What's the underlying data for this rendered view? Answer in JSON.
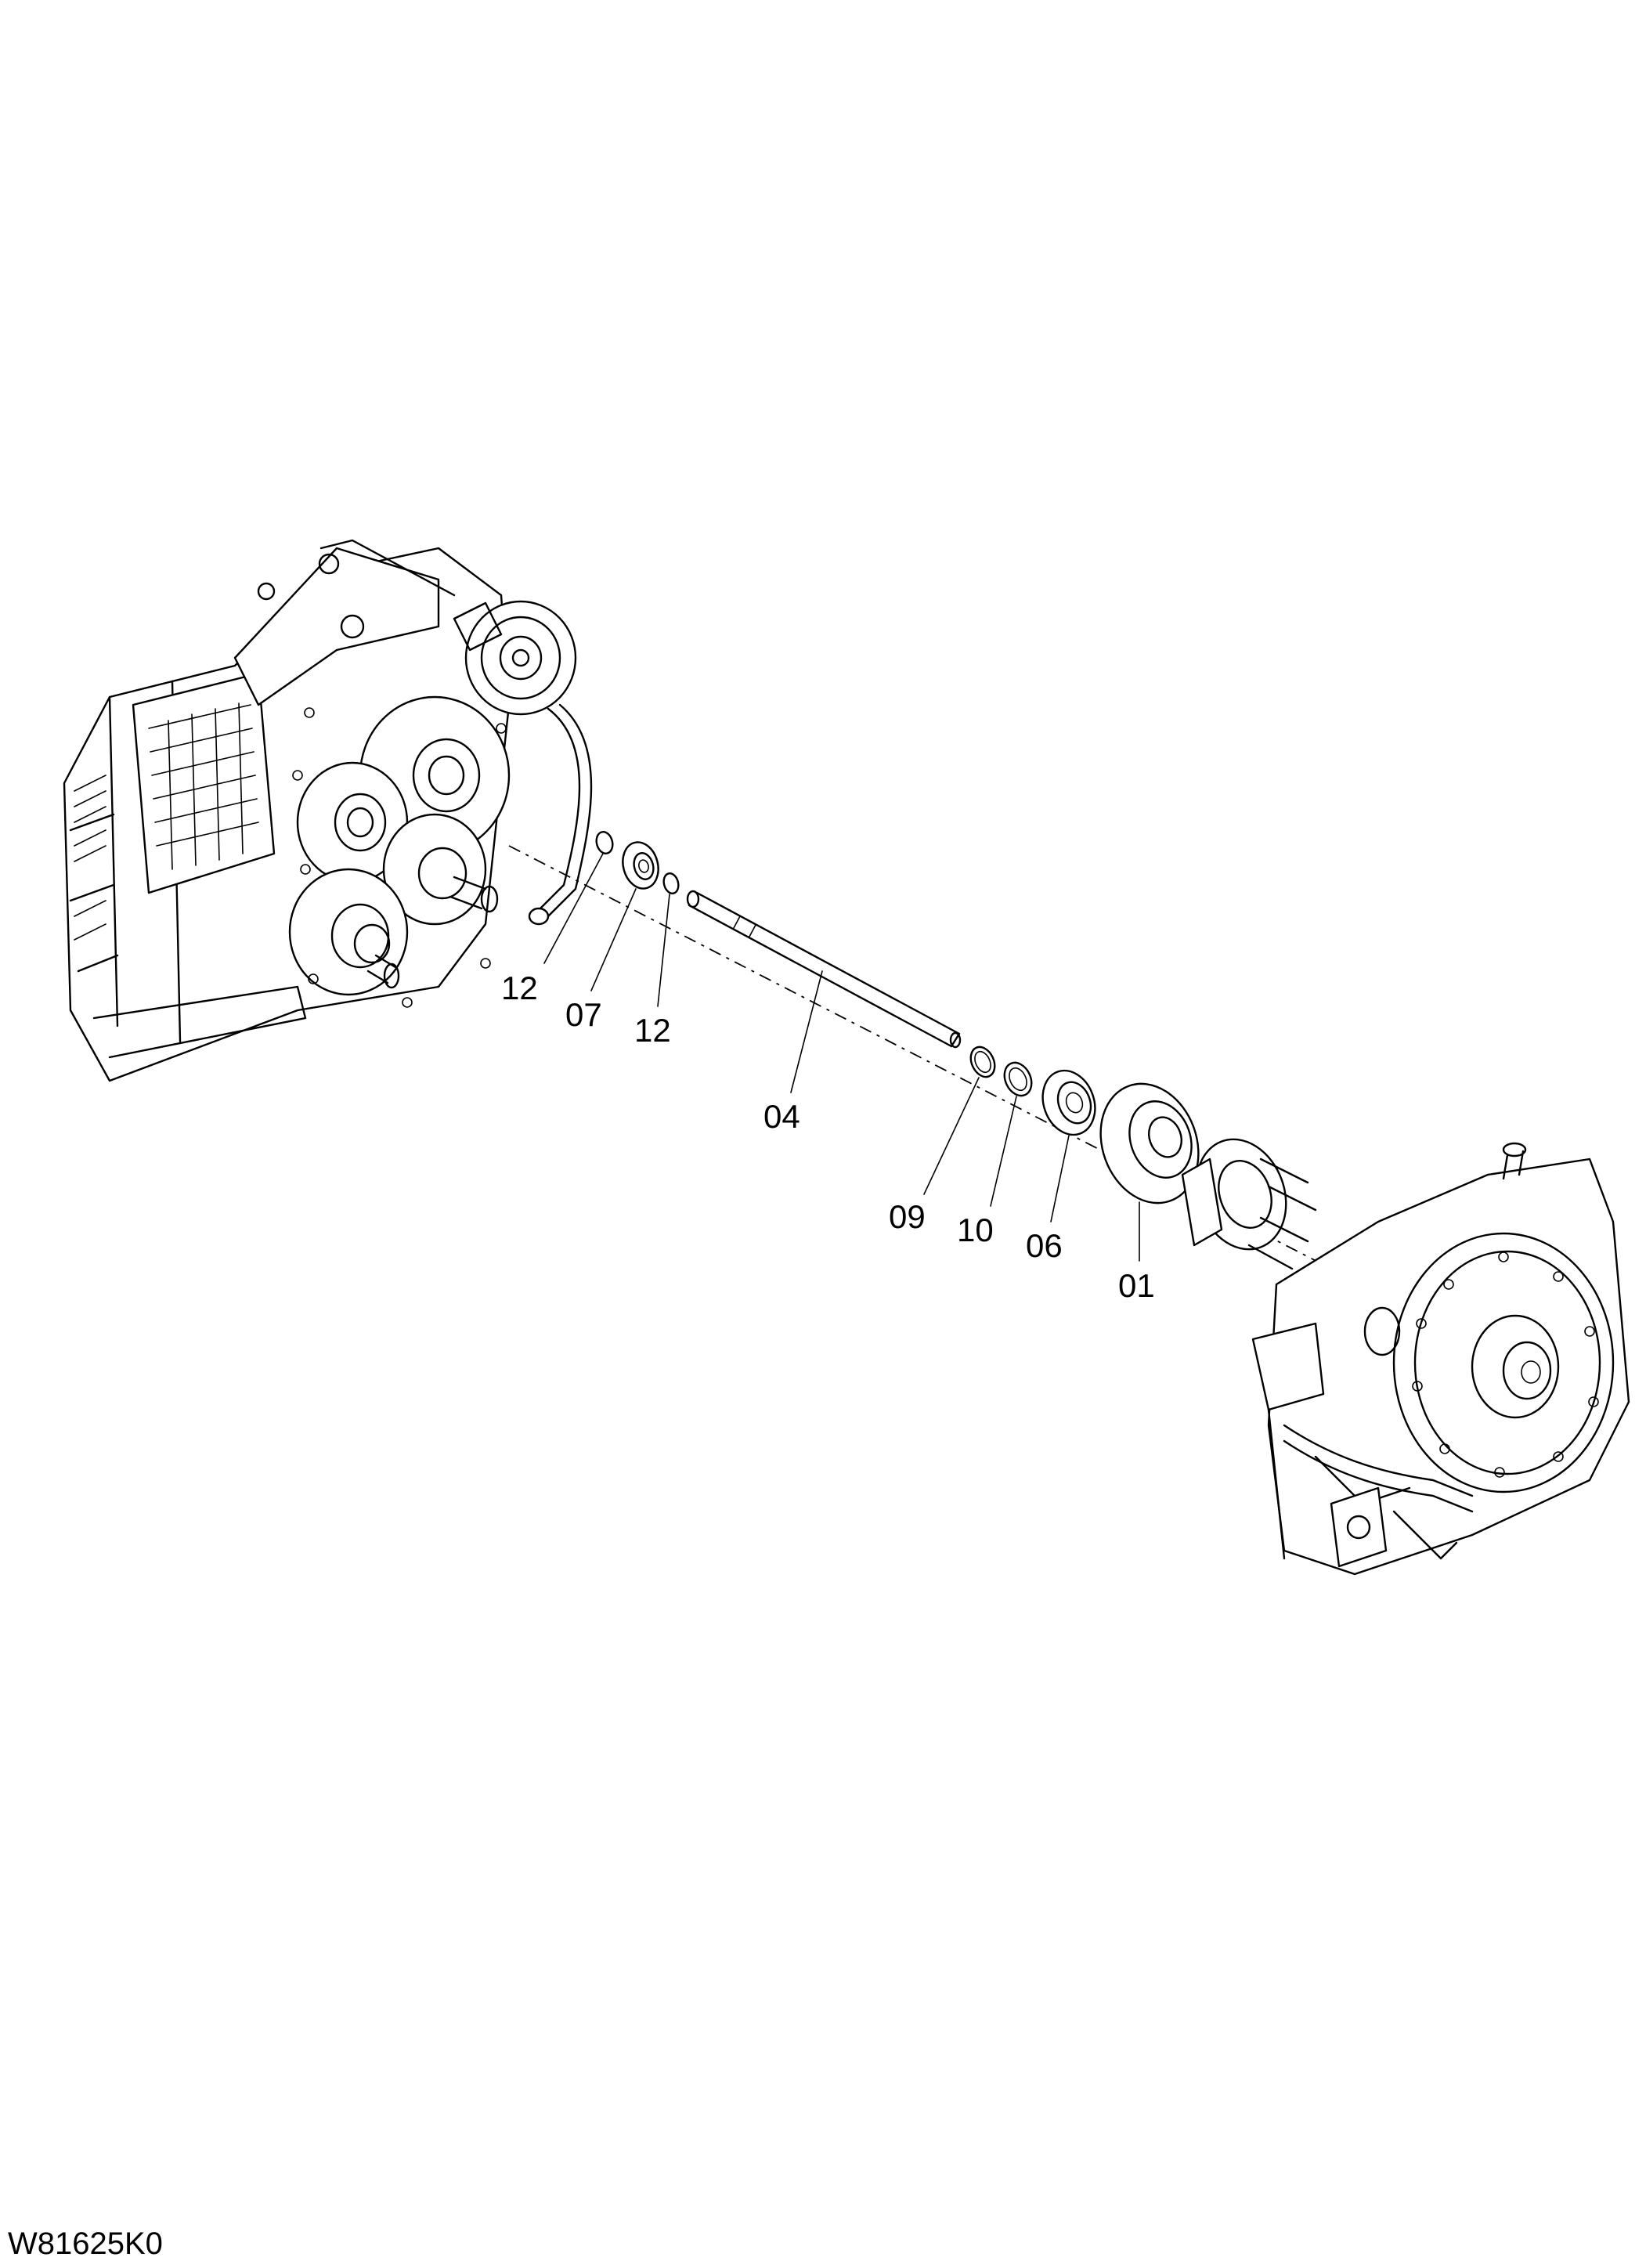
{
  "figure_id": "W81625K0",
  "callouts": [
    {
      "id": "c12a",
      "label": "12"
    },
    {
      "id": "c07",
      "label": "07"
    },
    {
      "id": "c12b",
      "label": "12"
    },
    {
      "id": "c04",
      "label": "04"
    },
    {
      "id": "c09",
      "label": "09"
    },
    {
      "id": "c10",
      "label": "10"
    },
    {
      "id": "c06",
      "label": "06"
    },
    {
      "id": "c01",
      "label": "01"
    }
  ]
}
